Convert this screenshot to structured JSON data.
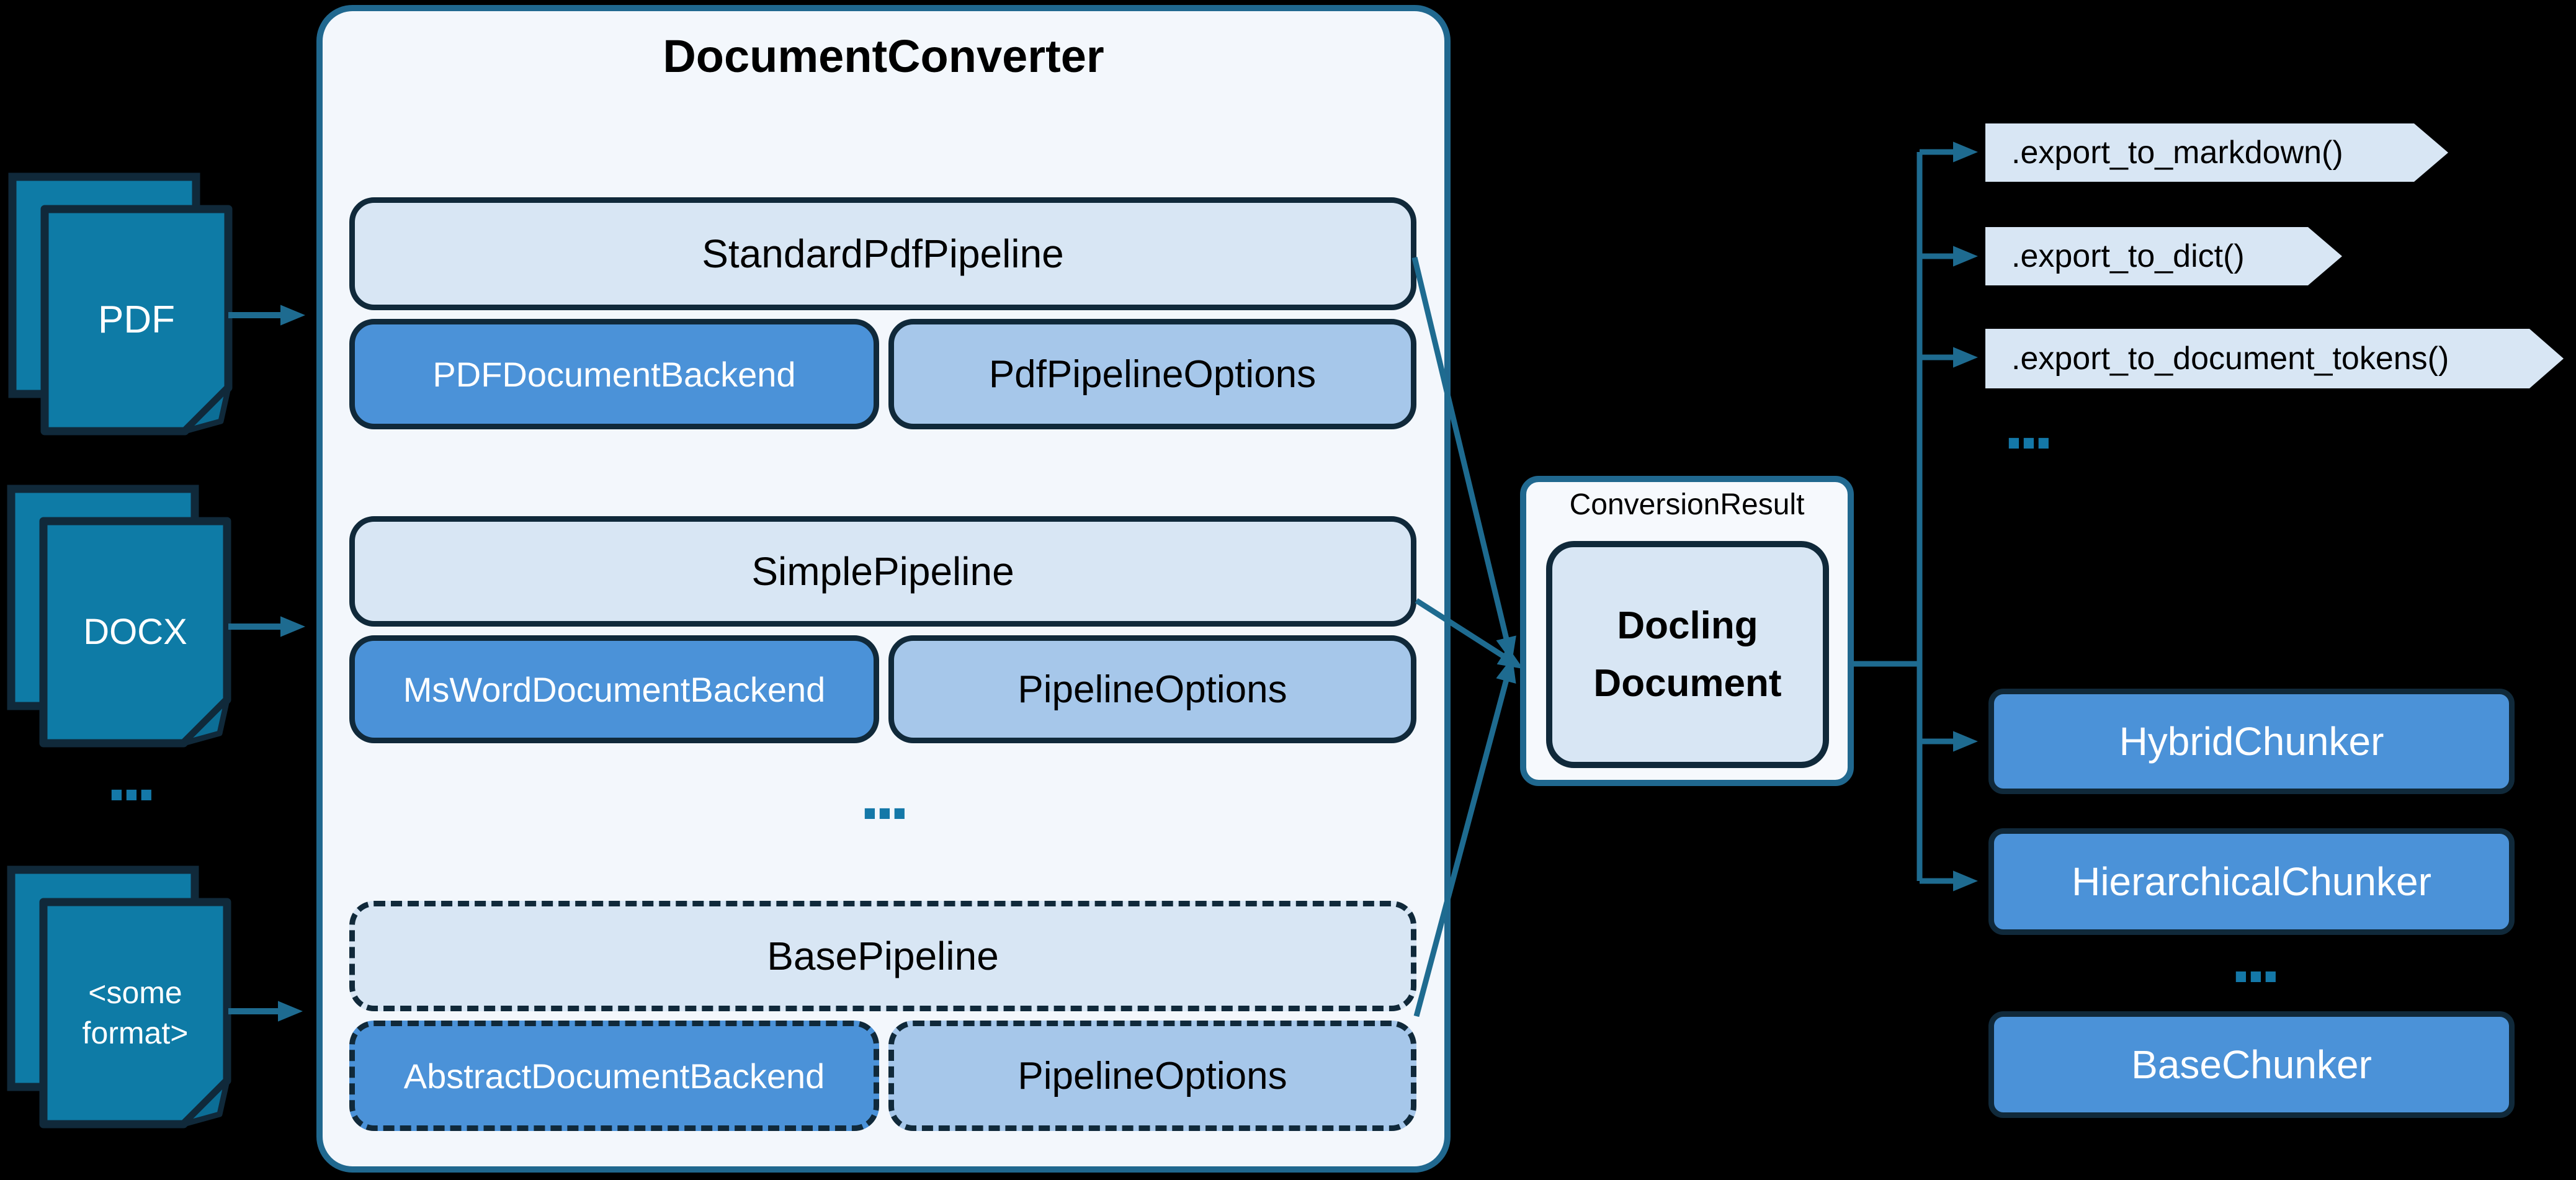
{
  "colors": {
    "background": "#000000",
    "canvas_panel": "#F3F7FC",
    "panel_border": "#20688F",
    "arrow": "#1E6B90",
    "dark_border": "#10293A",
    "light_box": "#D8E6F4",
    "medium_box": "#A6C7EA",
    "blue_box": "#4B92D8",
    "doc_icon": "#0E7BA6",
    "doc_icon_fold": "#0C6E96",
    "result_panel": "#F6F9FD",
    "dots": "#1478A8",
    "text_dark": "#000000",
    "text_light": "#FFFFFF"
  },
  "inputs": {
    "pdf": {
      "label": "PDF"
    },
    "docx": {
      "label": "DOCX"
    },
    "other": {
      "label": "<some format>"
    },
    "ellipsis": "..."
  },
  "converter": {
    "title": "DocumentConverter",
    "rows": [
      {
        "pipeline": "StandardPdfPipeline",
        "backend": "PDFDocumentBackend",
        "options": "PdfPipelineOptions"
      },
      {
        "pipeline": "SimplePipeline",
        "backend": "MsWordDocumentBackend",
        "options": "PipelineOptions"
      },
      {
        "pipeline": "BasePipeline",
        "backend": "AbstractDocumentBackend",
        "options": "PipelineOptions"
      }
    ],
    "ellipsis": "..."
  },
  "result": {
    "label": "ConversionResult",
    "document": "Docling Document"
  },
  "exports": {
    "items": [
      ".export_to_markdown()",
      ".export_to_dict()",
      ".export_to_document_tokens()"
    ],
    "ellipsis": "..."
  },
  "chunkers": {
    "items": [
      "HybridChunker",
      "HierarchicalChunker",
      "BaseChunker"
    ],
    "ellipsis": "..."
  }
}
